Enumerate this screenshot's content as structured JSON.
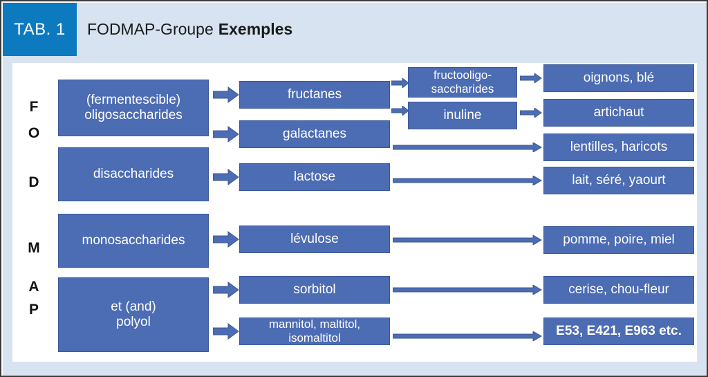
{
  "header": {
    "tab_label": "TAB. 1",
    "title_plain": "FODMAP-Groupe",
    "title_bold": "Exemples"
  },
  "colors": {
    "badge_blue": "#0d7ac0",
    "header_light_blue": "#d7e3f1",
    "box_blue": "#4c6cb3",
    "box_border": "#3c5896",
    "frame_border": "#3c3c3c",
    "box_text": "#ffffff",
    "glyph_text": "#111111"
  },
  "group_letters": [
    {
      "letter": "F"
    },
    {
      "letter": "O"
    },
    {
      "letter": "D"
    },
    {
      "letter": "M"
    },
    {
      "letter": "A"
    },
    {
      "letter": "P"
    }
  ],
  "categories": [
    {
      "label": "(fermentescible)\noligosaccharides"
    },
    {
      "label": "disaccharides"
    },
    {
      "label": "monosaccharides"
    },
    {
      "label": "et (and)\npolyol"
    }
  ],
  "types": [
    {
      "label": "fructanes"
    },
    {
      "label": "galactanes"
    },
    {
      "label": "lactose"
    },
    {
      "label": "lévulose"
    },
    {
      "label": "sorbitol"
    },
    {
      "label": "mannitol, maltitol,\nisomaltitol"
    }
  ],
  "subtypes": [
    {
      "label": "fructooligo-\nsaccharides"
    },
    {
      "label": "inuline"
    }
  ],
  "examples": [
    {
      "label": "oignons, blé"
    },
    {
      "label": "artichaut"
    },
    {
      "label": "lentilles, haricots"
    },
    {
      "label": "lait, séré,  yaourt"
    },
    {
      "label": "pomme, poire, miel"
    },
    {
      "label": "cerise, chou-fleur"
    },
    {
      "label": "E53, E421, E963 etc."
    }
  ]
}
